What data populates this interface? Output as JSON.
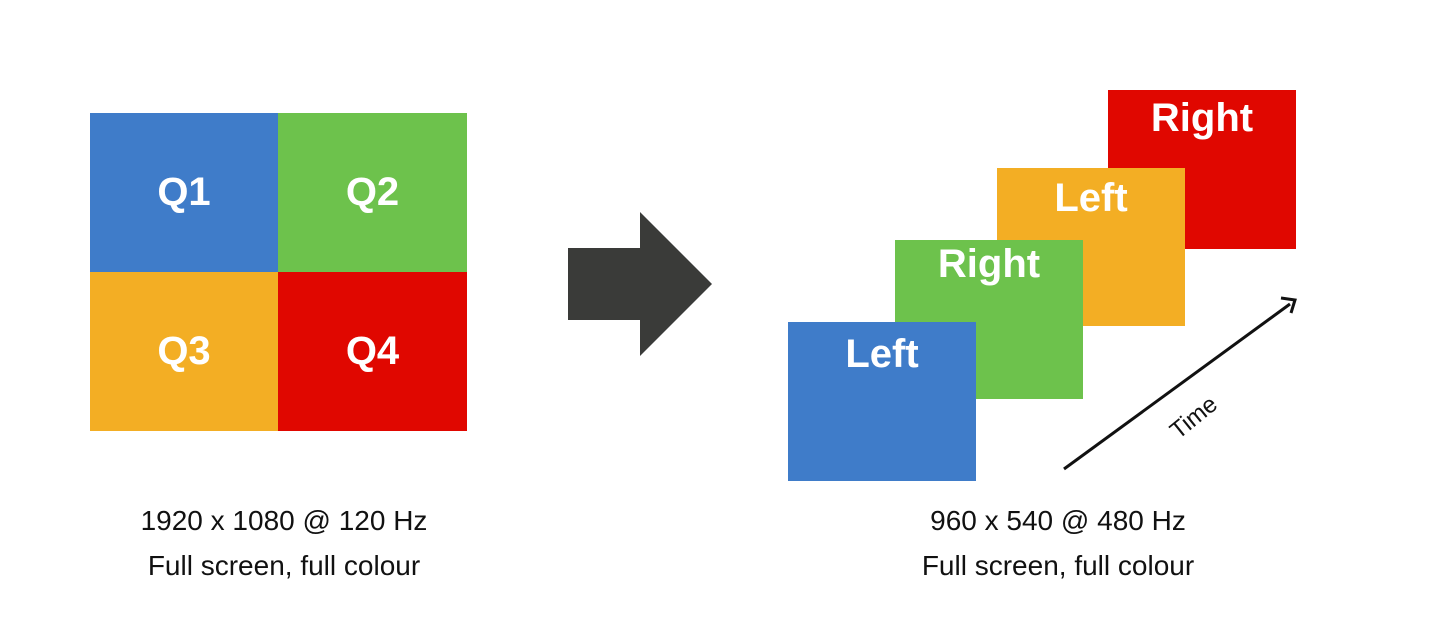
{
  "colors": {
    "blue": "#3f7cc9",
    "green": "#6dc24c",
    "orange": "#f3ae24",
    "red": "#e00700",
    "arrow": "#3a3b39",
    "text": "#111111"
  },
  "left_panel": {
    "quadrants": [
      "Q1",
      "Q2",
      "Q3",
      "Q4"
    ],
    "caption_line1": "1920 x 1080 @ 120 Hz",
    "caption_line2": "Full screen, full colour"
  },
  "transform_arrow_icon": "right-arrow-icon",
  "right_panel": {
    "frames": [
      "Left",
      "Right",
      "Left",
      "Right"
    ],
    "time_label": "Time",
    "caption_line1": "960 x 540 @ 480 Hz",
    "caption_line2": "Full screen, full colour"
  }
}
